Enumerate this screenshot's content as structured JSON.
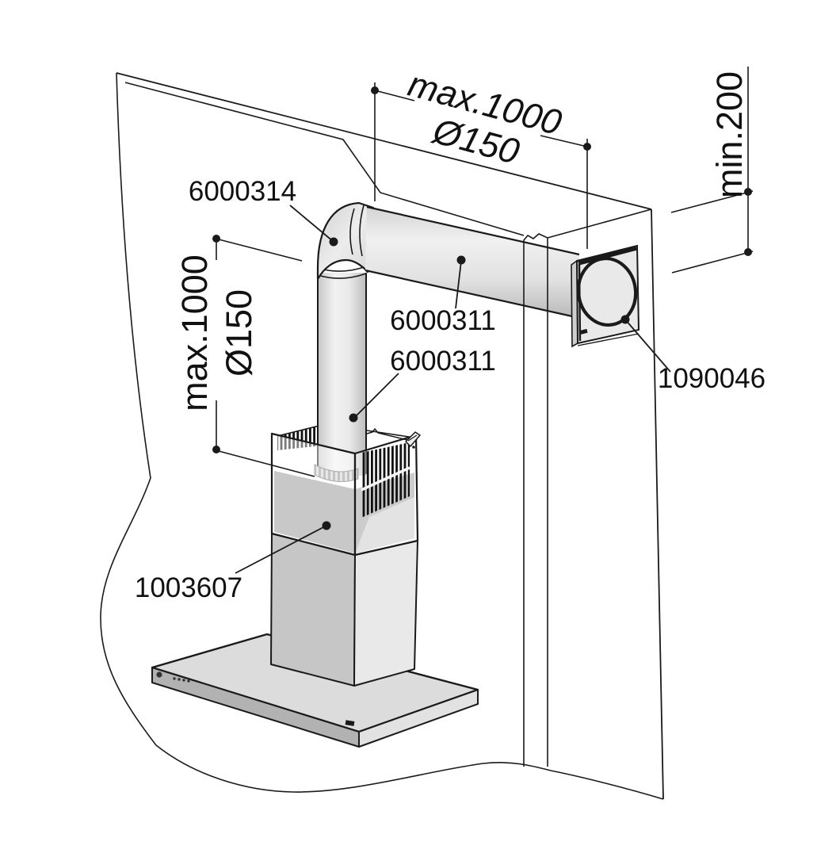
{
  "diagram": {
    "type": "installation-diagram",
    "subject": "island range hood exhaust duct routed through wall"
  },
  "part_labels": {
    "elbow": "6000314",
    "horizontal_pipe": "6000311",
    "vertical_pipe": "6000311",
    "outer_wall_vent": "1090046",
    "hood_chimney": "1003607"
  },
  "dimensions": {
    "horizontal_run_max": "max.1000",
    "horizontal_pipe_diameter": "Ø150",
    "vertical_run_max": "max.1000",
    "vertical_pipe_diameter": "Ø150",
    "wall_clearance_min": "min.200"
  },
  "colors": {
    "line": "#1a1a1a",
    "pipe_highlight": "#f2f2f2",
    "pipe_base": "#dedede",
    "pipe_shadow": "#c2c2c2",
    "vent_plate": "#e9e9e9",
    "inner_duct": "#9c9c9c",
    "chimney_lower_left": "#c6c6c6",
    "chimney_lower_right": "#e9e9e9",
    "canopy_top": "#dcdcdc",
    "canopy_front": "#b2b2b2",
    "background": "#ffffff"
  }
}
